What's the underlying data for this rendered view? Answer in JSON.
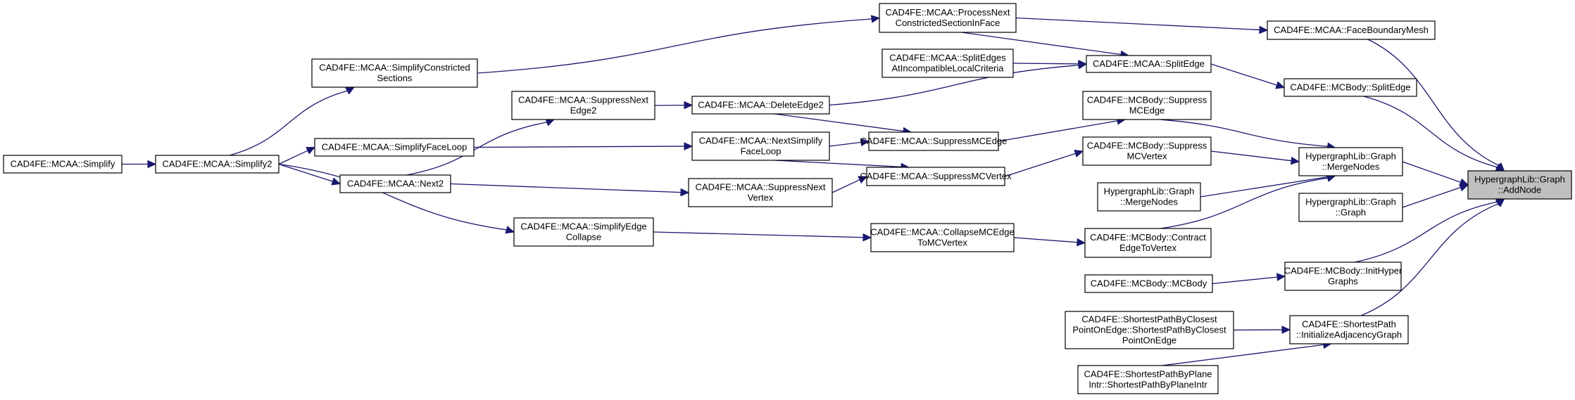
{
  "diagram": {
    "type": "call-graph",
    "focus_node": "addnode",
    "colors": {
      "edge": "#191970",
      "focus_fill": "#bfbfbf",
      "node_fill": "#ffffff",
      "border": "#000000"
    },
    "nodes": [
      {
        "id": "simplify",
        "lines": [
          "CAD4FE::MCAA::Simplify"
        ]
      },
      {
        "id": "simplify2",
        "lines": [
          "CAD4FE::MCAA::Simplify2"
        ]
      },
      {
        "id": "simplifyconstricted",
        "lines": [
          "CAD4FE::MCAA::SimplifyConstricted",
          "Sections"
        ]
      },
      {
        "id": "simplifyfaceloop",
        "lines": [
          "CAD4FE::MCAA::SimplifyFaceLoop"
        ]
      },
      {
        "id": "next2",
        "lines": [
          "CAD4FE::MCAA::Next2"
        ]
      },
      {
        "id": "simplifyedgecollapse",
        "lines": [
          "CAD4FE::MCAA::SimplifyEdge",
          "Collapse"
        ]
      },
      {
        "id": "suppressnextedge2",
        "lines": [
          "CAD4FE::MCAA::SuppressNext",
          "Edge2"
        ]
      },
      {
        "id": "deleteedge2",
        "lines": [
          "CAD4FE::MCAA::DeleteEdge2"
        ]
      },
      {
        "id": "nextsimplifyfaceloop",
        "lines": [
          "CAD4FE::MCAA::NextSimplify",
          "FaceLoop"
        ]
      },
      {
        "id": "suppressnextvertex",
        "lines": [
          "CAD4FE::MCAA::SuppressNext",
          "Vertex"
        ]
      },
      {
        "id": "processnext",
        "lines": [
          "CAD4FE::MCAA::ProcessNext",
          "ConstrictedSectionInFace"
        ]
      },
      {
        "id": "splitedgesat",
        "lines": [
          "CAD4FE::MCAA::SplitEdges",
          "AtIncompatibleLocalCriteria"
        ]
      },
      {
        "id": "mcaa_splitedge",
        "lines": [
          "CAD4FE::MCAA::SplitEdge"
        ]
      },
      {
        "id": "mcaa_suppressmcedge",
        "lines": [
          "CAD4FE::MCAA::SuppressMCEdge"
        ]
      },
      {
        "id": "mcaa_suppressmcvertex",
        "lines": [
          "CAD4FE::MCAA::SuppressMCVertex"
        ]
      },
      {
        "id": "collapsemcedge",
        "lines": [
          "CAD4FE::MCAA::CollapseMCEdge",
          "ToMCVertex"
        ]
      },
      {
        "id": "mcbody_suppressmcedge",
        "lines": [
          "CAD4FE::MCBody::Suppress",
          "MCEdge"
        ]
      },
      {
        "id": "mcbody_suppressmcvertex",
        "lines": [
          "CAD4FE::MCBody::Suppress",
          "MCVertex"
        ]
      },
      {
        "id": "mergenodes_left",
        "lines": [
          "HypergraphLib::Graph",
          "::MergeNodes"
        ]
      },
      {
        "id": "contractedge",
        "lines": [
          "CAD4FE::MCBody::Contract",
          "EdgeToVertex"
        ]
      },
      {
        "id": "mcbody_mcbody",
        "lines": [
          "CAD4FE::MCBody::MCBody"
        ]
      },
      {
        "id": "shortestclosest",
        "lines": [
          "CAD4FE::ShortestPathByClosest",
          "PointOnEdge::ShortestPathByClosest",
          "PointOnEdge"
        ]
      },
      {
        "id": "shortestplane",
        "lines": [
          "CAD4FE::ShortestPathByPlane",
          "Intr::ShortestPathByPlaneIntr"
        ]
      },
      {
        "id": "faceboundarymesh",
        "lines": [
          "CAD4FE::MCAA::FaceBoundaryMesh"
        ]
      },
      {
        "id": "mcbody_splitedge",
        "lines": [
          "CAD4FE::MCBody::SplitEdge"
        ]
      },
      {
        "id": "mergenodes_right",
        "lines": [
          "HypergraphLib::Graph",
          "::MergeNodes"
        ]
      },
      {
        "id": "graph_graph",
        "lines": [
          "HypergraphLib::Graph",
          "::Graph"
        ]
      },
      {
        "id": "inithypergraphs",
        "lines": [
          "CAD4FE::MCBody::InitHyper",
          "Graphs"
        ]
      },
      {
        "id": "initadjacency",
        "lines": [
          "CAD4FE::ShortestPath",
          "::InitializeAdjacencyGraph"
        ]
      },
      {
        "id": "addnode",
        "lines": [
          "HypergraphLib::Graph",
          "::AddNode"
        ]
      }
    ],
    "edges": [
      [
        "simplify",
        "simplify2"
      ],
      [
        "simplify2",
        "simplifyconstricted"
      ],
      [
        "simplify2",
        "simplifyfaceloop"
      ],
      [
        "simplify2",
        "next2"
      ],
      [
        "simplify2",
        "simplifyedgecollapse"
      ],
      [
        "simplifyconstricted",
        "processnext"
      ],
      [
        "simplifyfaceloop",
        "nextsimplifyfaceloop"
      ],
      [
        "next2",
        "suppressnextedge2"
      ],
      [
        "next2",
        "suppressnextvertex"
      ],
      [
        "suppressnextedge2",
        "deleteedge2"
      ],
      [
        "deleteedge2",
        "mcaa_splitedge"
      ],
      [
        "deleteedge2",
        "mcaa_suppressmcedge"
      ],
      [
        "nextsimplifyfaceloop",
        "mcaa_suppressmcedge"
      ],
      [
        "nextsimplifyfaceloop",
        "mcaa_suppressmcvertex"
      ],
      [
        "suppressnextvertex",
        "mcaa_suppressmcvertex"
      ],
      [
        "simplifyedgecollapse",
        "collapsemcedge"
      ],
      [
        "processnext",
        "faceboundarymesh"
      ],
      [
        "processnext",
        "mcaa_splitedge"
      ],
      [
        "splitedgesat",
        "mcaa_splitedge"
      ],
      [
        "mcaa_splitedge",
        "mcbody_splitedge"
      ],
      [
        "mcaa_suppressmcedge",
        "mcbody_suppressmcedge"
      ],
      [
        "mcaa_suppressmcvertex",
        "mcbody_suppressmcvertex"
      ],
      [
        "collapsemcedge",
        "contractedge"
      ],
      [
        "mcbody_suppressmcedge",
        "mergenodes_right"
      ],
      [
        "mcbody_suppressmcvertex",
        "mergenodes_right"
      ],
      [
        "mergenodes_left",
        "mergenodes_right"
      ],
      [
        "contractedge",
        "mergenodes_right"
      ],
      [
        "mcbody_mcbody",
        "inithypergraphs"
      ],
      [
        "shortestclosest",
        "initadjacency"
      ],
      [
        "shortestplane",
        "initadjacency"
      ],
      [
        "faceboundarymesh",
        "addnode"
      ],
      [
        "mcbody_splitedge",
        "addnode"
      ],
      [
        "mergenodes_right",
        "addnode"
      ],
      [
        "graph_graph",
        "addnode"
      ],
      [
        "inithypergraphs",
        "addnode"
      ],
      [
        "initadjacency",
        "addnode"
      ]
    ]
  }
}
